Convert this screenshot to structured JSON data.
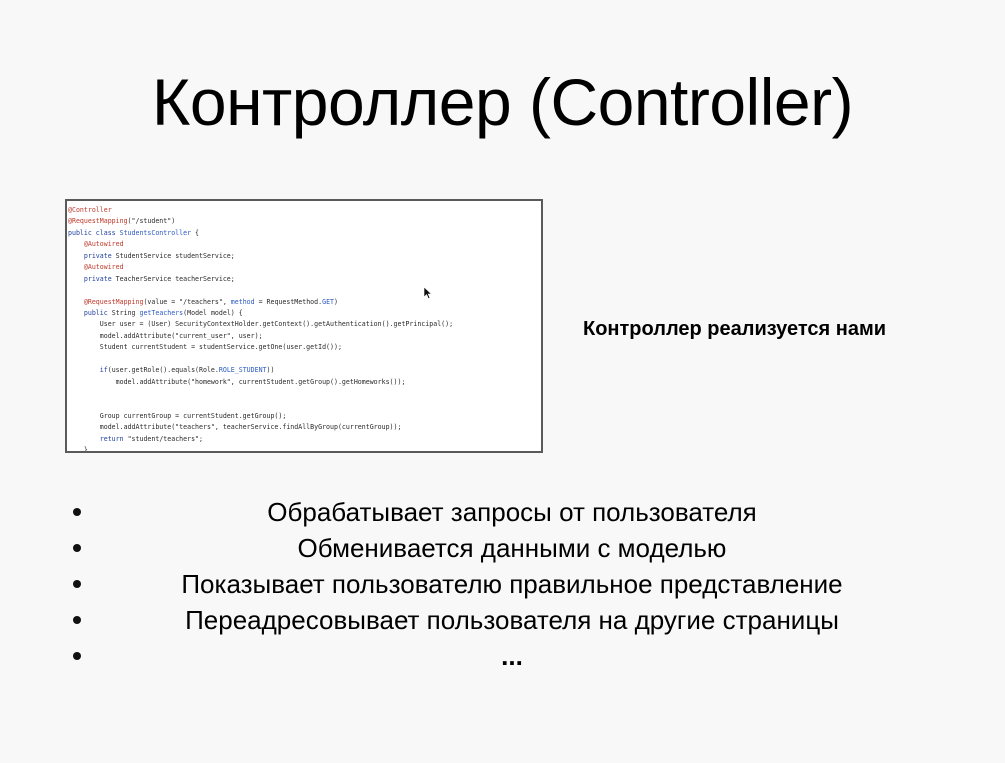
{
  "slide": {
    "title": "Контроллер (Controller)",
    "side_note": "Контроллер реализуется нами",
    "code_lines": [
      [
        {
          "t": "@Controller",
          "k": "anno"
        }
      ],
      [
        {
          "t": "@RequestMapping",
          "k": "anno"
        },
        {
          "t": "(\"/student\")",
          "k": "str"
        }
      ],
      [
        {
          "t": "public class ",
          "k": "kw"
        },
        {
          "t": "StudentsController",
          "k": "const"
        },
        {
          "t": " {",
          "k": "plain"
        }
      ],
      [
        {
          "t": "    ",
          "k": "plain"
        },
        {
          "t": "@Autowired",
          "k": "anno"
        }
      ],
      [
        {
          "t": "    ",
          "k": "plain"
        },
        {
          "t": "private",
          "k": "kw"
        },
        {
          "t": " StudentService studentService;",
          "k": "plain"
        }
      ],
      [
        {
          "t": "    ",
          "k": "plain"
        },
        {
          "t": "@Autowired",
          "k": "anno"
        }
      ],
      [
        {
          "t": "    ",
          "k": "plain"
        },
        {
          "t": "private",
          "k": "kw"
        },
        {
          "t": " TeacherService teacherService;",
          "k": "plain"
        }
      ],
      [
        {
          "t": "",
          "k": "plain"
        }
      ],
      [
        {
          "t": "    ",
          "k": "plain"
        },
        {
          "t": "@RequestMapping",
          "k": "anno"
        },
        {
          "t": "(value = \"/teachers\", ",
          "k": "plain"
        },
        {
          "t": "method",
          "k": "const"
        },
        {
          "t": " = RequestMethod.",
          "k": "plain"
        },
        {
          "t": "GET",
          "k": "const"
        },
        {
          "t": ")",
          "k": "plain"
        }
      ],
      [
        {
          "t": "    ",
          "k": "plain"
        },
        {
          "t": "public",
          "k": "kw"
        },
        {
          "t": " String ",
          "k": "plain"
        },
        {
          "t": "getTeachers",
          "k": "const"
        },
        {
          "t": "(Model model) {",
          "k": "plain"
        }
      ],
      [
        {
          "t": "        User user = (User) SecurityContextHolder.getContext().getAuthentication().getPrincipal();",
          "k": "plain"
        }
      ],
      [
        {
          "t": "        model.addAttribute(\"current_user\", user);",
          "k": "plain"
        }
      ],
      [
        {
          "t": "        Student currentStudent = studentService.getOne(user.getId());",
          "k": "plain"
        }
      ],
      [
        {
          "t": "",
          "k": "plain"
        }
      ],
      [
        {
          "t": "        ",
          "k": "plain"
        },
        {
          "t": "if",
          "k": "kw"
        },
        {
          "t": "(user.getRole().equals(Role.",
          "k": "plain"
        },
        {
          "t": "ROLE_STUDENT",
          "k": "const"
        },
        {
          "t": "))",
          "k": "plain"
        }
      ],
      [
        {
          "t": "            model.addAttribute(\"homework\", currentStudent.getGroup().getHomeworks());",
          "k": "plain"
        }
      ],
      [
        {
          "t": "",
          "k": "plain"
        }
      ],
      [
        {
          "t": "",
          "k": "plain"
        }
      ],
      [
        {
          "t": "        Group currentGroup = currentStudent.getGroup();",
          "k": "plain"
        }
      ],
      [
        {
          "t": "        model.addAttribute(\"teachers\", teacherService.findAllByGroup(currentGroup));",
          "k": "plain"
        }
      ],
      [
        {
          "t": "        ",
          "k": "plain"
        },
        {
          "t": "return",
          "k": "kw"
        },
        {
          "t": " \"student/teachers\";",
          "k": "plain"
        }
      ],
      [
        {
          "t": "    }",
          "k": "plain"
        }
      ]
    ],
    "bullets": [
      "Обрабатывает запросы от пользователя",
      "Обменивается данными с моделью",
      "Показывает пользователю правильное представление",
      "Переадресовывает пользователя на другие страницы",
      "..."
    ]
  }
}
